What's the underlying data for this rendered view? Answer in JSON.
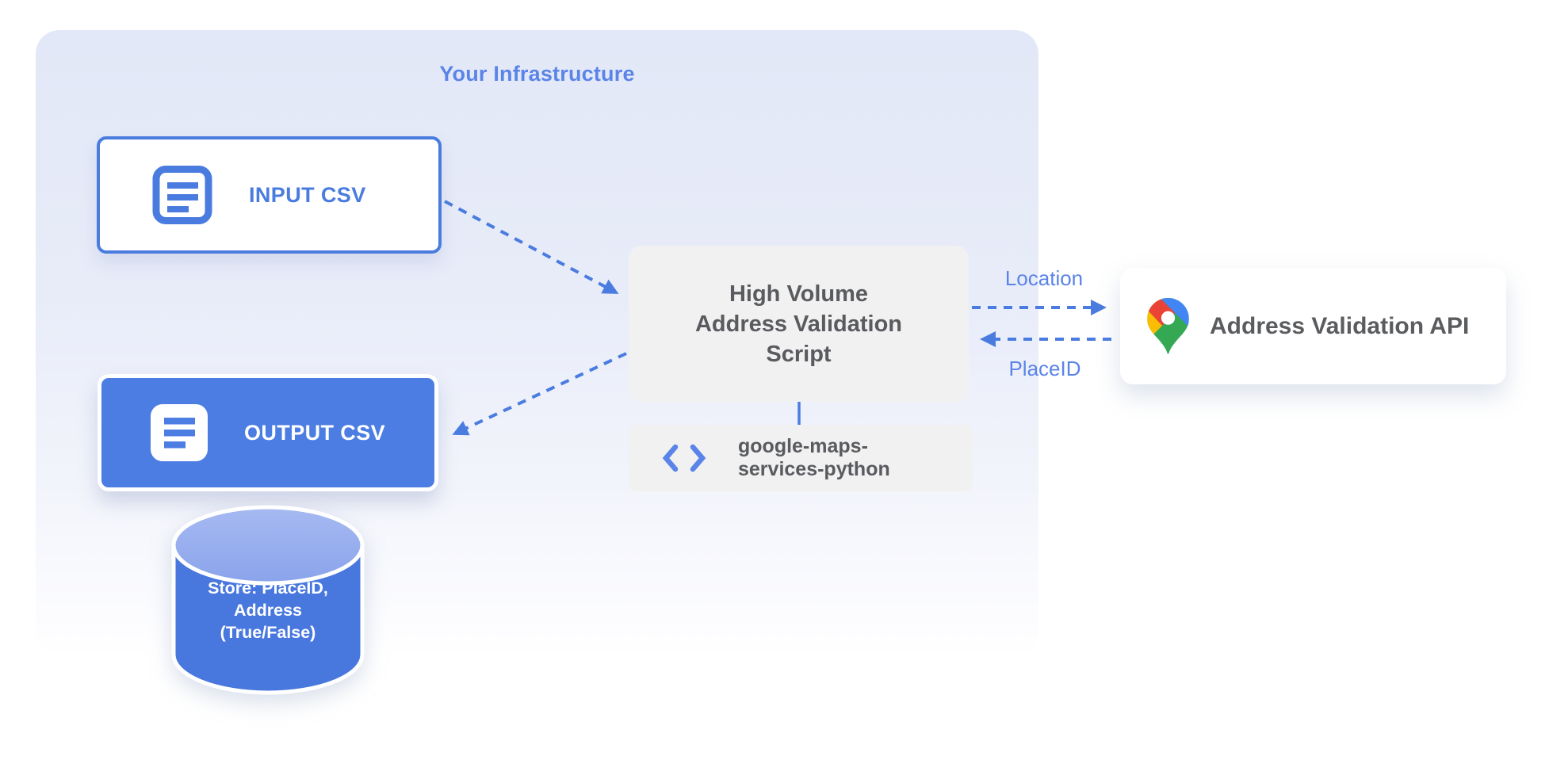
{
  "container": {
    "title": "Your Infrastructure"
  },
  "nodes": {
    "input_csv": {
      "label": "INPUT CSV",
      "icon": "document-icon"
    },
    "output_csv": {
      "label": "OUTPUT CSV",
      "icon": "document-icon"
    },
    "datastore": {
      "lines": [
        "Store: PlaceID,",
        "Address",
        "(True/False)"
      ]
    },
    "script": {
      "lines": [
        "High Volume",
        "Address Validation",
        "Script"
      ]
    },
    "library": {
      "lines": [
        "google-maps-",
        "services-python"
      ],
      "icon": "code-icon"
    },
    "api": {
      "label": "Address Validation API",
      "icon": "google-maps-pin-icon"
    }
  },
  "edges": {
    "location_label": "Location",
    "placeid_label": "PlaceID",
    "style": "dashed-blue-arrows"
  },
  "colors": {
    "accent_blue": "#4a7ce0",
    "label_blue": "#5b84e8",
    "node_fill_blue": "#4c7de3",
    "cylinder_blue": "#4877de",
    "cylinder_top": "#9db2ef",
    "box_gray": "#f1f1f2",
    "text_gray": "#595b5e",
    "container_lavender": "#e2e8f7",
    "pin_red": "#ea4335",
    "pin_blue": "#4285f4",
    "pin_yellow": "#fbbc04",
    "pin_green": "#34a853"
  }
}
